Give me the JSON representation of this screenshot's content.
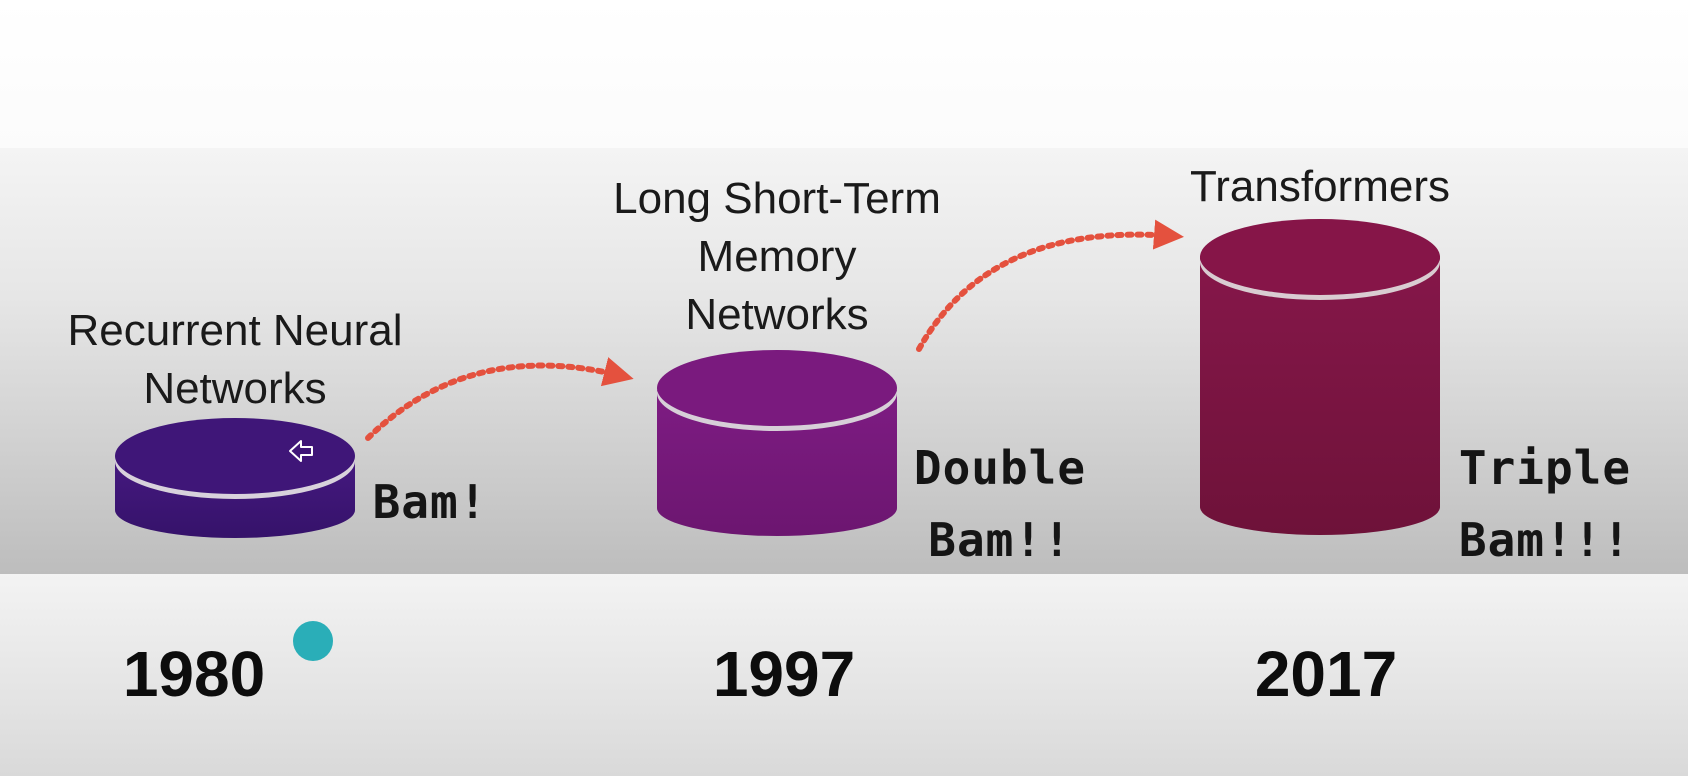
{
  "timeline": [
    {
      "year": "1980",
      "title_lines": [
        "Recurrent Neural",
        "Networks"
      ],
      "bam_lines": [
        "Bam!"
      ],
      "color": "#3d1675"
    },
    {
      "year": "1997",
      "title_lines": [
        "Long Short-Term",
        "Memory",
        "Networks"
      ],
      "bam_lines": [
        "Double",
        "Bam!!"
      ],
      "color": "#781a7c"
    },
    {
      "year": "2017",
      "title_lines": [
        "Transformers"
      ],
      "bam_lines": [
        "Triple",
        "Bam!!!"
      ],
      "color": "#7d1541"
    }
  ],
  "colors": {
    "arrow": "#e4513e",
    "cursor_dot": "#2aaeb8"
  },
  "icons": {
    "cursor": "left-arrow-cursor-icon"
  }
}
